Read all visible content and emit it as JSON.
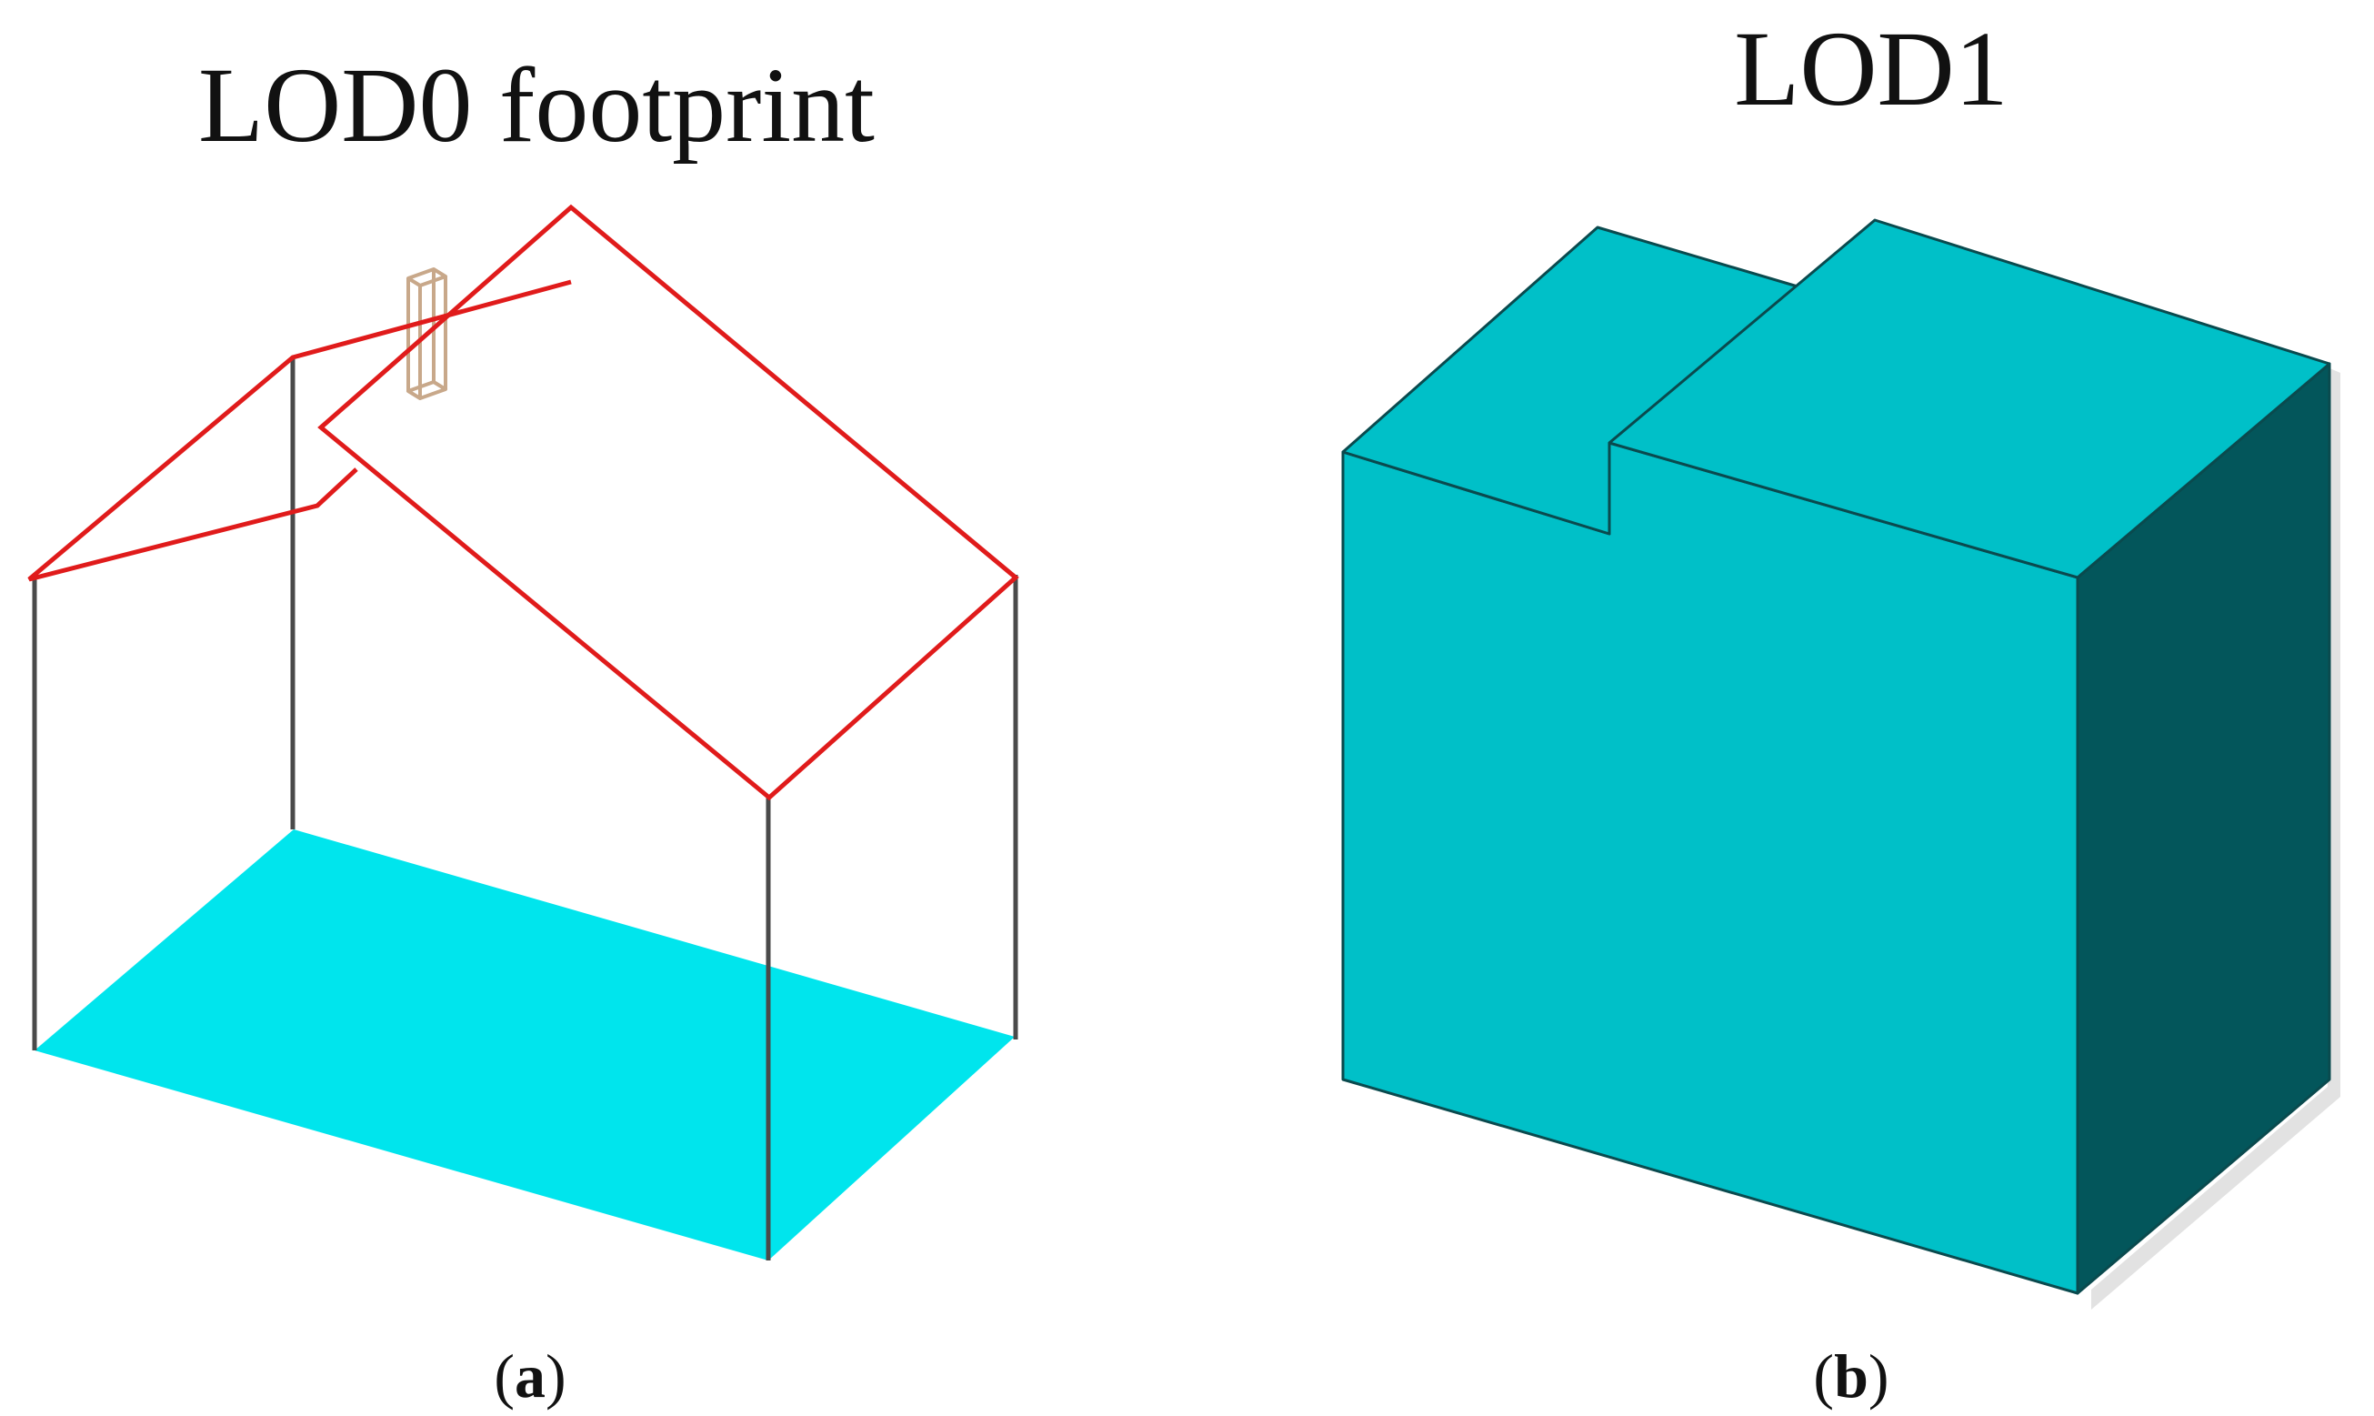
{
  "panel_a": {
    "title": "LOD0 footprint",
    "caption_open": "(",
    "caption_letter": "a",
    "caption_close": ")"
  },
  "panel_b": {
    "title": "LOD1",
    "caption_open": "(",
    "caption_letter": "b",
    "caption_close": ")"
  },
  "colors": {
    "footprint_fill": "#00e5ed",
    "roof_wire": "#e01b1b",
    "wall_edges": "#4a4a4a",
    "chimney": "#c8a88a",
    "block_front": "#00c0c8",
    "block_top": "#00c0c8",
    "block_side": "#03565b",
    "block_edge": "#0a4a4e",
    "shadow": "#e2e2e2"
  }
}
